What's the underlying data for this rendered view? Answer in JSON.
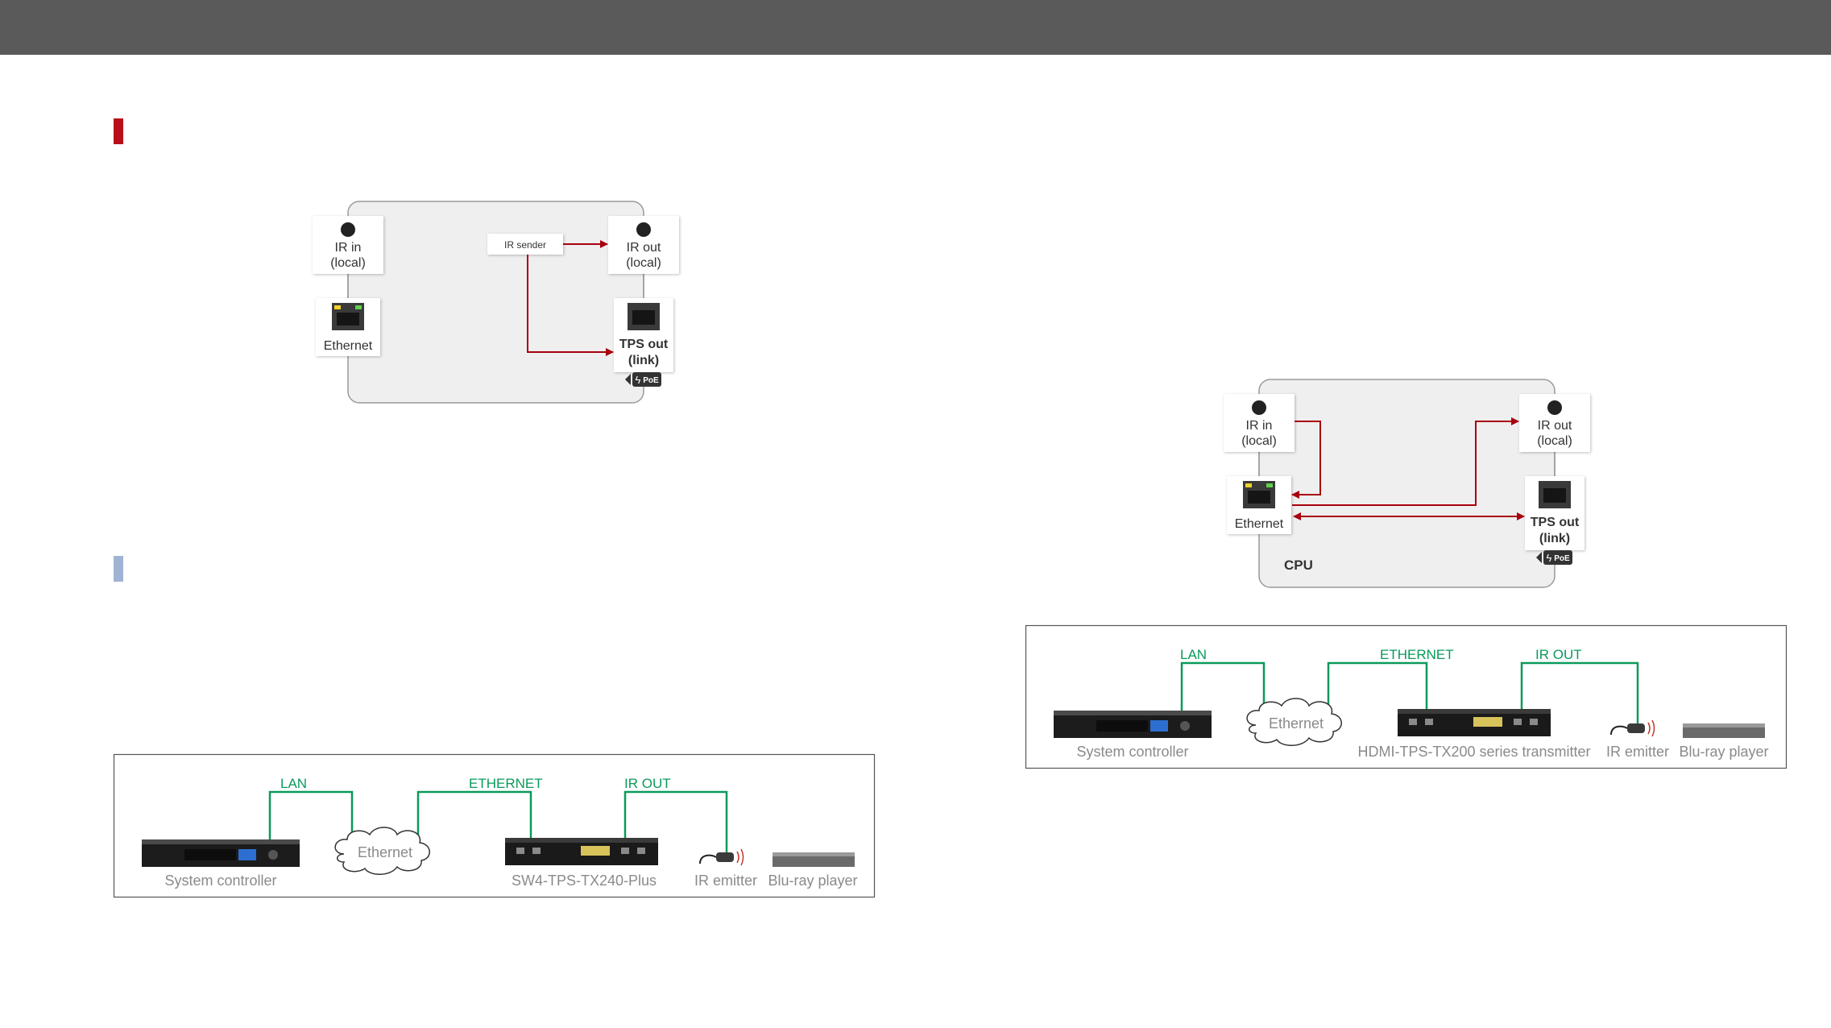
{
  "diagram_top_left": {
    "ir_in_label": [
      "IR in",
      "(local)"
    ],
    "ethernet_label": "Ethernet",
    "ir_sender_label": "IR sender",
    "ir_out_label": [
      "IR out",
      "(local)"
    ],
    "tps_out_label": [
      "TPS out",
      "(link)"
    ],
    "poe_label": "PoE"
  },
  "diagram_top_right": {
    "ir_in_label": [
      "IR in",
      "(local)"
    ],
    "ethernet_label": "Ethernet",
    "ir_out_label": [
      "IR out",
      "(local)"
    ],
    "tps_out_label": [
      "TPS out",
      "(link)"
    ],
    "cpu_label": "CPU",
    "poe_label": "PoE"
  },
  "setup_left": {
    "lan_label": "LAN",
    "ethernet_top_label": "ETHERNET",
    "ir_out_label": "IR OUT",
    "cloud_label": "Ethernet",
    "device_labels": [
      "System controller",
      "SW4-TPS-TX240-Plus",
      "IR emitter",
      "Blu-ray player"
    ]
  },
  "setup_right": {
    "lan_label": "LAN",
    "ethernet_top_label": "ETHERNET",
    "ir_out_label": "IR OUT",
    "cloud_label": "Ethernet",
    "device_labels": [
      "System controller",
      "HDMI-TPS-TX200 series transmitter",
      "IR emitter",
      "Blu-ray player"
    ]
  },
  "colors": {
    "header_bar": "#5a5a5a",
    "accent_red": "#b80f1a",
    "accent_blue": "#9fb4d2",
    "signal_arrow": "#a8000e",
    "connection_line": "#0a9a5a"
  }
}
